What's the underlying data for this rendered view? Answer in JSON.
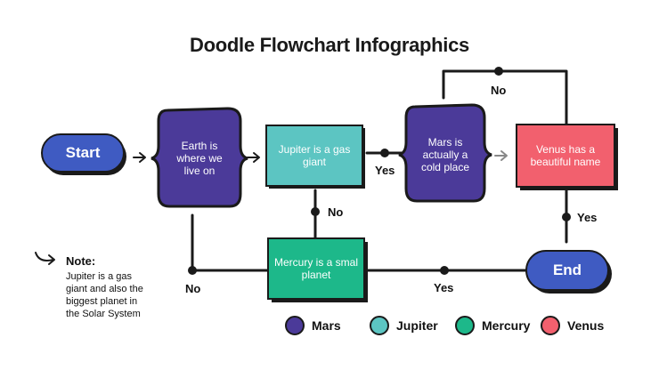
{
  "title": "Doodle Flowchart Infographics",
  "colors": {
    "mars": "#4B3A99",
    "jupiter": "#5CC5C2",
    "mercury": "#1DB88A",
    "venus": "#F2606E",
    "pill": "#3F5BC2",
    "outline": "#1a1a1a"
  },
  "nodes": {
    "start": "Start",
    "earth": "Earth is where we live on",
    "jupiter": "Jupiter is a gas giant",
    "mars": "Mars is actually a cold place",
    "venus": "Venus has a beautiful name",
    "end": "End",
    "mercury": "Mercury is a smal planet"
  },
  "labels": {
    "yes_jupiter_mars": "Yes",
    "no_mars_loop": "No",
    "yes_venus_end": "Yes",
    "no_jupiter_mercury": "No",
    "yes_end_mercury": "Yes",
    "no_mercury_earth": "No"
  },
  "note": {
    "title": "Note:",
    "body": "Jupiter is a gas giant and also the biggest planet in the Solar System"
  },
  "legend": [
    {
      "label": "Mars",
      "color": "#4B3A99"
    },
    {
      "label": "Jupiter",
      "color": "#5CC5C2"
    },
    {
      "label": "Mercury",
      "color": "#1DB88A"
    },
    {
      "label": "Venus",
      "color": "#F2606E"
    }
  ]
}
